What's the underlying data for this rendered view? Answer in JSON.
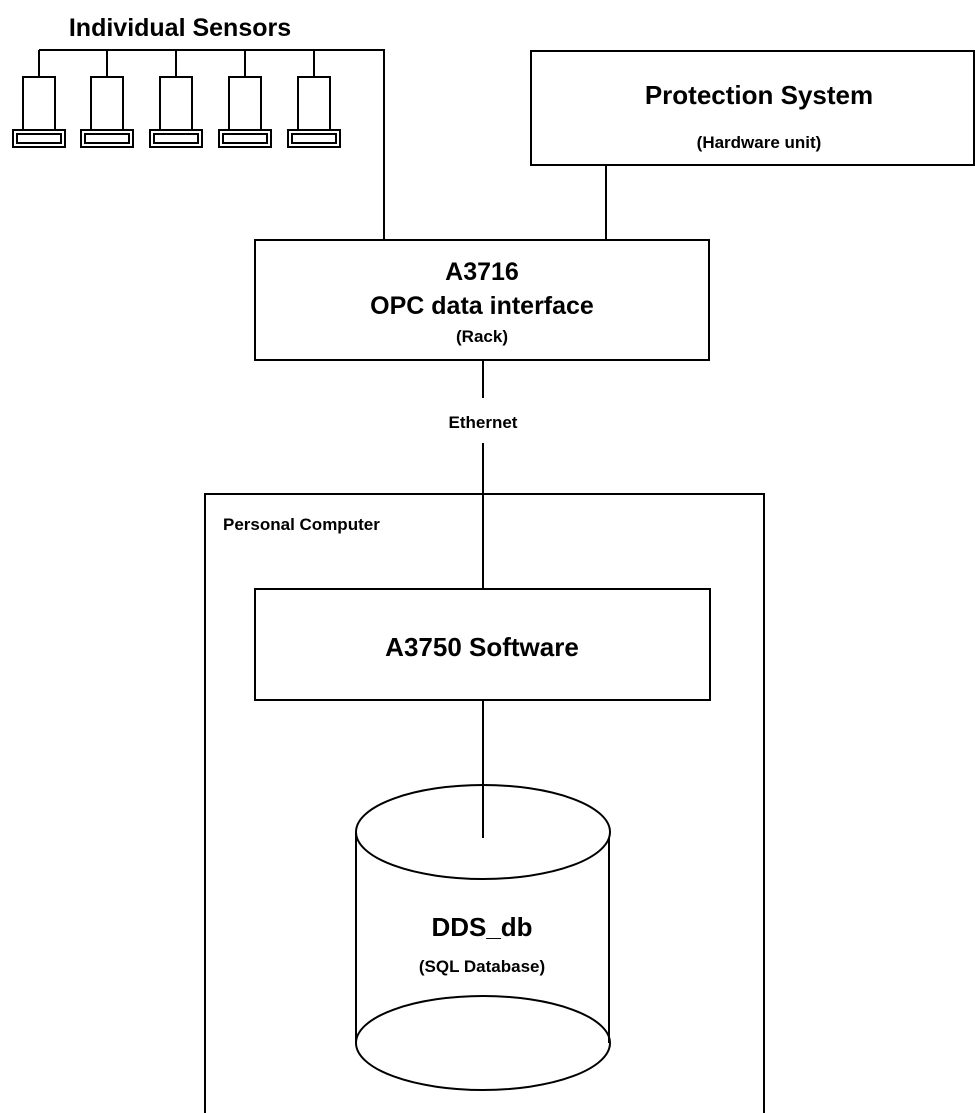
{
  "sensors": {
    "title": "Individual Sensors",
    "count": 5
  },
  "protection": {
    "title": "Protection System",
    "subtitle": "(Hardware unit)"
  },
  "opc": {
    "line1": "A3716",
    "line2": "OPC data interface",
    "line3": "(Rack)"
  },
  "link": {
    "label": "Ethernet"
  },
  "pc": {
    "label": "Personal Computer"
  },
  "software": {
    "label": "A3750 Software"
  },
  "database": {
    "name": "DDS_db",
    "subtitle": "(SQL Database)"
  }
}
